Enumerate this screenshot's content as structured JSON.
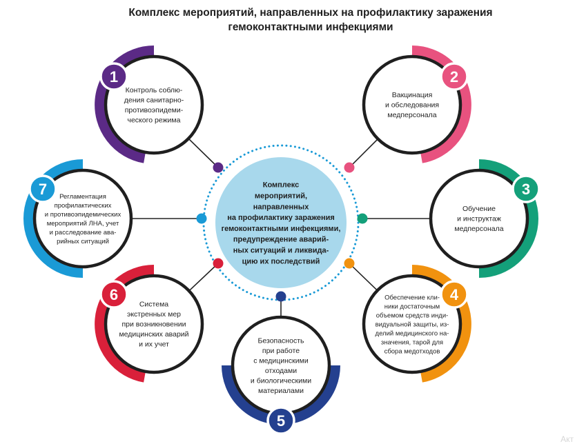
{
  "title": {
    "line1": "Комплекс мероприятий, направленных на профилактику заражения",
    "line2": "гемоконтактными инфекциями"
  },
  "center": {
    "lines": [
      "Комплекс",
      "мероприятий,",
      "направленных",
      "на профилактику заражения",
      "гемоконтактными инфекциями,",
      "предупреждение аварий-",
      "ных ситуаций и ликвида-",
      "цию их последствий"
    ],
    "fill": "#a8d8ec"
  },
  "nodes": [
    {
      "number": "1",
      "color": "#5b2a86",
      "lines": [
        "Контроль соблю-",
        "дения санитарно-",
        "противоэпидеми-",
        "ческого режима"
      ]
    },
    {
      "number": "2",
      "color": "#e8527f",
      "lines": [
        "Вакцинация",
        "и обследования",
        "медперсонала"
      ]
    },
    {
      "number": "3",
      "color": "#14a07a",
      "lines": [
        "Обучение",
        "и инструктаж",
        "медперсонала"
      ]
    },
    {
      "number": "4",
      "color": "#f1920f",
      "lines": [
        "Обеспечение кли-",
        "ники достаточным",
        "объемом средств инди-",
        "видуальной защиты, из-",
        "делий медицинского на-",
        "значения, тарой для",
        "сбора медотходов"
      ]
    },
    {
      "number": "5",
      "color": "#24408f",
      "lines": [
        "Безопасность",
        "при работе",
        "с медицинскими",
        "отходами",
        "и биологическими",
        "материалами"
      ]
    },
    {
      "number": "6",
      "color": "#d9203a",
      "lines": [
        "Система",
        "экстренных мер",
        "при возникновении",
        "медицинских аварий",
        "и их учет"
      ]
    },
    {
      "number": "7",
      "color": "#1a9ad6",
      "lines": [
        "Регламентация",
        "профилактических",
        "и противоэпидемических",
        "мероприятий ЛНА, учет",
        "и расследование ава-",
        "рийных ситуаций"
      ]
    }
  ],
  "watermark": "Акт"
}
